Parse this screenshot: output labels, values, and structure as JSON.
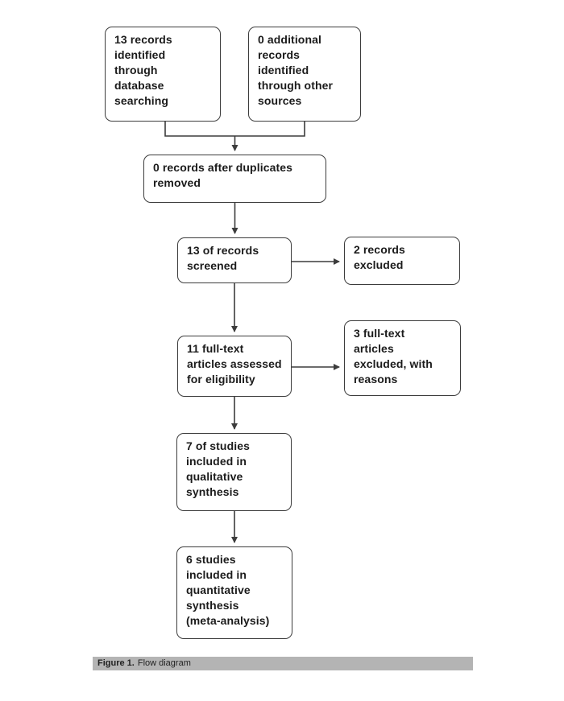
{
  "figure": {
    "type": "flow-diagram",
    "colors": {
      "box_border": "#3c3c3c",
      "connector_line": "#3c3c3c",
      "text": "#1b1b1b",
      "caption_background": "#b4b4b4",
      "caption_text": "#222222",
      "background": "#ffffff"
    },
    "boxes": [
      {
        "name": "records-identified-database",
        "text": "13 records\nidentified\nthrough\ndatabase\nsearching"
      },
      {
        "name": "additional-records-other-sources",
        "text": "0 additional\nrecords\nidentified\nthrough other\nsources"
      },
      {
        "name": "records-after-duplicates-removed",
        "text": "0 records after duplicates\nremoved"
      },
      {
        "name": "records-screened",
        "text": "13 of records\nscreened"
      },
      {
        "name": "records-excluded",
        "text": "2 records\nexcluded"
      },
      {
        "name": "fulltext-assessed-eligibility",
        "text": "11 full-text\narticles assessed\nfor eligibility"
      },
      {
        "name": "fulltext-excluded-with-reasons",
        "text": "3 full-text\narticles\nexcluded, with\nreasons"
      },
      {
        "name": "qualitative-synthesis",
        "text": "7 of studies\nincluded in\nqualitative\nsynthesis"
      },
      {
        "name": "quantitative-synthesis",
        "text": "6 studies\nincluded in\nquantitative\nsynthesis\n(meta-analysis)"
      }
    ],
    "caption": {
      "label": "Figure 1.",
      "text": "Flow diagram"
    }
  }
}
